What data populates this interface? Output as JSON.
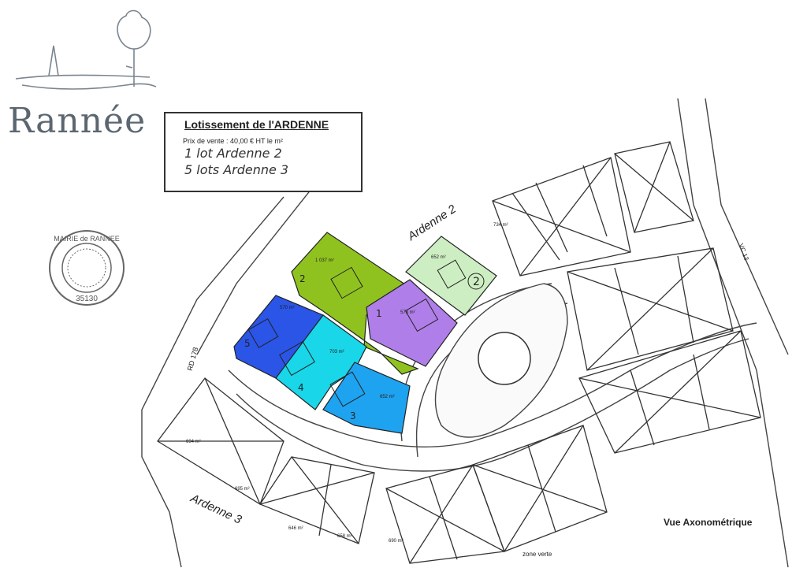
{
  "logo": {
    "text": "Rannée"
  },
  "stamp": {
    "top": "MAIRIE de RANNEE",
    "bottom": "35130"
  },
  "header": {
    "title": "Lotissement de l'ARDENNE",
    "price": "Prix de vente : 40,00 € HT le m²",
    "note1": "1  lot  Ardenne 2",
    "note2": "5  lots  Ardenne 3"
  },
  "roads": {
    "rd178": "RD 178",
    "vc13": "VC 13"
  },
  "zones": {
    "ardenne2": "Ardenne 2",
    "ardenne3": "Ardenne 3",
    "zone_verte": "zone verte"
  },
  "lots_highlighted": [
    {
      "number": "1",
      "area": "578 m²",
      "color": "#b07ee8"
    },
    {
      "number": "2",
      "area": "1 037 m²",
      "color": "#8fc21f"
    },
    {
      "number": "3",
      "area": "652 m²",
      "color": "#1ea3f0"
    },
    {
      "number": "4",
      "area": "703 m²",
      "color": "#19d6e8"
    },
    {
      "number": "5",
      "area": "570 m²",
      "color": "#2a55e6"
    },
    {
      "number": "2",
      "area": "652 m²",
      "color": "#cdeec2"
    }
  ],
  "lots_other": [
    {
      "area": "734 m²"
    },
    {
      "area": "694 m²"
    },
    {
      "area": "695 m²"
    },
    {
      "area": "646 m²"
    },
    {
      "area": "658 m²"
    },
    {
      "area": "690 m²"
    }
  ],
  "view_label": "Vue Axonométrique"
}
